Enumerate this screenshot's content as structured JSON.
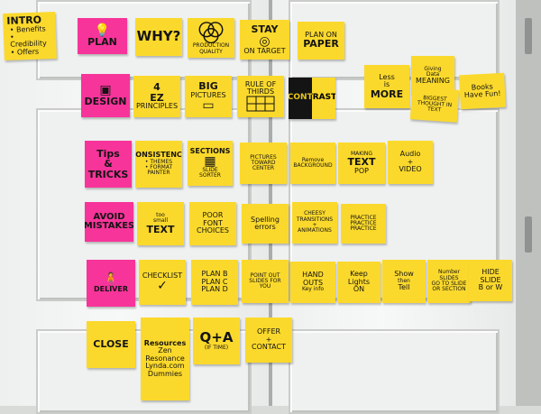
{
  "notes": {
    "intro": {
      "title": "INTRO",
      "items": [
        "• Benefits",
        "• Credibility",
        "• Offers"
      ]
    },
    "plan": "PLAN",
    "why": "WHY?",
    "quality": "PRODUCTION QUALITY",
    "target": {
      "line1": "STAY",
      "line2": "ON TARGET"
    },
    "paper": {
      "line1": "PLAN ON",
      "line2": "PAPER"
    },
    "design": "DESIGN",
    "ez": {
      "line1": "4",
      "line2": "EZ",
      "line3": "PRINCIPLES"
    },
    "bigpics": {
      "line1": "BIG",
      "line2": "PICTURES"
    },
    "thirds": "RULE OF THIRDS",
    "contrast": "CONTRAST",
    "less": {
      "line1": "Less",
      "line2": "is",
      "line3": "MORE"
    },
    "meaning": {
      "line1": "Giving",
      "line2": "Data",
      "line3": "MEANING"
    },
    "text": "BIGGEST THOUGHT IN TEXT",
    "fun": "Books Have Fun!",
    "tips": {
      "line1": "Tips",
      "line2": "&",
      "line3": "TRICKS"
    },
    "consistency": {
      "line1": "CONSISTENCY",
      "items": [
        "• THEMES",
        "• FORMAT PAINTER"
      ]
    },
    "sections": {
      "line1": "SECTIONS",
      "line2": "SLIDE SORTER"
    },
    "pictures": "PICTURES TOWARD CENTER",
    "remove": "Remove BACKGROUND",
    "makingtext": {
      "line1": "MAKING",
      "line2": "TEXT",
      "line3": "POP"
    },
    "audio": {
      "line1": "Audio",
      "line2": "+",
      "line3": "VIDEO"
    },
    "avoid": "AVOID MISTAKES",
    "toosmall": {
      "line1": "too",
      "line2": "small",
      "line3": "TEXT"
    },
    "poorfont": {
      "line1": "POOR",
      "line2": "FONT",
      "line3": "CHOICES"
    },
    "spelling": {
      "line1": "Spelling",
      "line2": "errors"
    },
    "cheesy": "CHEESY TRANSITIONS + ANIMATIONS",
    "practice": {
      "line1": "PRACTICE",
      "line2": "PRACTICE",
      "line3": "PRACTICE"
    },
    "deliver": "DELIVER",
    "checklist": "CHECKLIST",
    "planb": {
      "line1": "PLAN B",
      "line2": "PLAN C",
      "line3": "PLAN D"
    },
    "pointout": "POINT OUT SLIDES FOR YOU",
    "handouts": {
      "line1": "HAND OUTS",
      "line2": "Key info"
    },
    "lights": {
      "line1": "Keep",
      "line2": "Lights",
      "line3": "ON"
    },
    "show": {
      "line1": "Show",
      "line2": "then",
      "line3": "Tell"
    },
    "number": {
      "line1": "Number",
      "line2": "SLIDES",
      "line3": "GO TO SLIDE OR SECTION"
    },
    "hide": {
      "line1": "HIDE",
      "line2": "SLIDE",
      "line3": "B or W"
    },
    "close": "CLOSE",
    "resources": {
      "title": "Resources",
      "items": [
        "Zen",
        "Resonance",
        "Lynda.com",
        "Dummies"
      ]
    },
    "qa": {
      "line1": "Q+A",
      "line2": "(IF TIME)"
    },
    "offer": {
      "line1": "OFFER",
      "line2": "+",
      "line3": "CONTACT"
    }
  },
  "colors": {
    "yellow": "#fbd92c",
    "pink": "#f7349a",
    "door": "#eff1f0"
  }
}
